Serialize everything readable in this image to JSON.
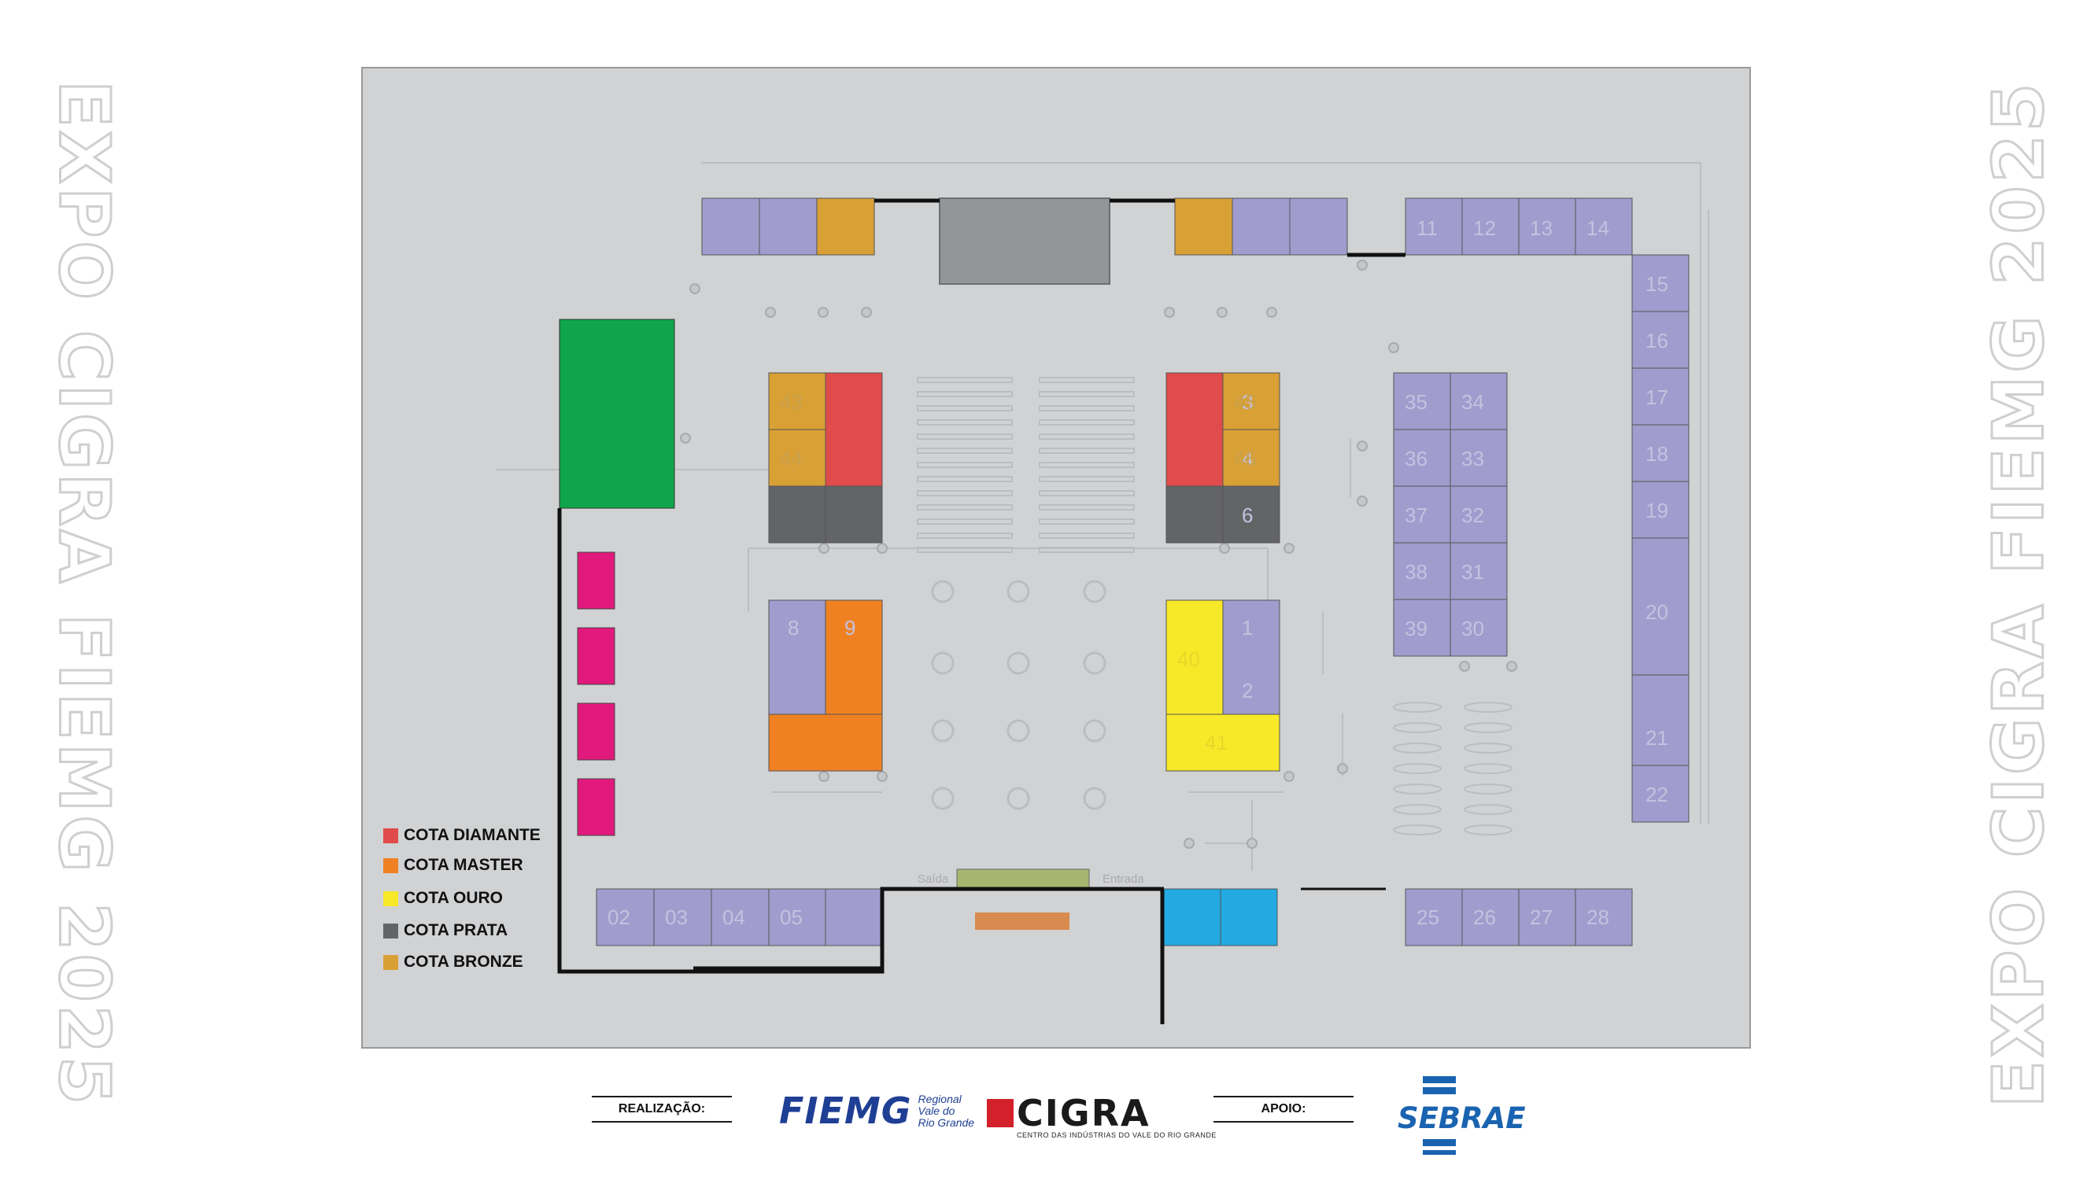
{
  "side_title": "EXPO CIGRA FIEMG 2025",
  "legend": [
    {
      "label": "COTA DIAMANTE",
      "color": "#e04b4b"
    },
    {
      "label": "COTA MASTER",
      "color": "#ef8123"
    },
    {
      "label": "COTA OURO",
      "color": "#f7e928"
    },
    {
      "label": "COTA PRATA",
      "color": "#636466"
    },
    {
      "label": "COTA BRONZE",
      "color": "#d9a035"
    }
  ],
  "colors": {
    "floor": "#d1d2d4",
    "lilac": "#a09ccd",
    "green": "#10a54a",
    "pink": "#e2197d",
    "blue": "#23aae2",
    "olive": "#a7b66f",
    "copper": "#d98a4f",
    "stage": "#939598"
  },
  "floor_labels": {
    "stand_30": "30",
    "stand_14": "14",
    "stand_31": "31",
    "stand_32": "32",
    "stand_33": "33",
    "stand_34": "34",
    "stand_35": "35",
    "stand_40": "40",
    "stand_41": "41",
    "stand_43": "43",
    "stand_44": "44",
    "stand_45": "45",
    "stand_46": "46",
    "stand_15": "15",
    "stand_16": "16",
    "stand_17": "17",
    "stand_18": "18",
    "stand_19": "19",
    "stand_20": "20",
    "stand_21": "21",
    "stand_22": "22",
    "stand_25": "25",
    "stand_26": "26",
    "stand_27": "27",
    "stand_28": "28",
    "stand_02": "02",
    "stand_03": "03",
    "stand_04": "04",
    "stand_05": "05",
    "stand_3": "3",
    "stand_4": "4",
    "stand_1": "1",
    "stand_2": "2",
    "stand_6": "6",
    "stand_8": "8",
    "stand_9": "9",
    "stand_11": "11",
    "stand_12": "12",
    "stand_13": "13",
    "stand_36": "36",
    "stand_37": "37",
    "stand_38": "38",
    "stand_39": "39",
    "entrada": "Entrada",
    "saida": "Saída"
  },
  "footer": {
    "realizacao": "REALIZAÇÃO:",
    "apoio": "APOIO:",
    "fiemg": "FIEMG",
    "fiemg_sub": [
      "Regional",
      "Vale do",
      "Rio Grande"
    ],
    "cigra": "CIGRA",
    "cigra_sub": "CENTRO DAS INDÚSTRIAS DO VALE DO RIO GRANDE",
    "sebrae": "SEBRAE"
  }
}
